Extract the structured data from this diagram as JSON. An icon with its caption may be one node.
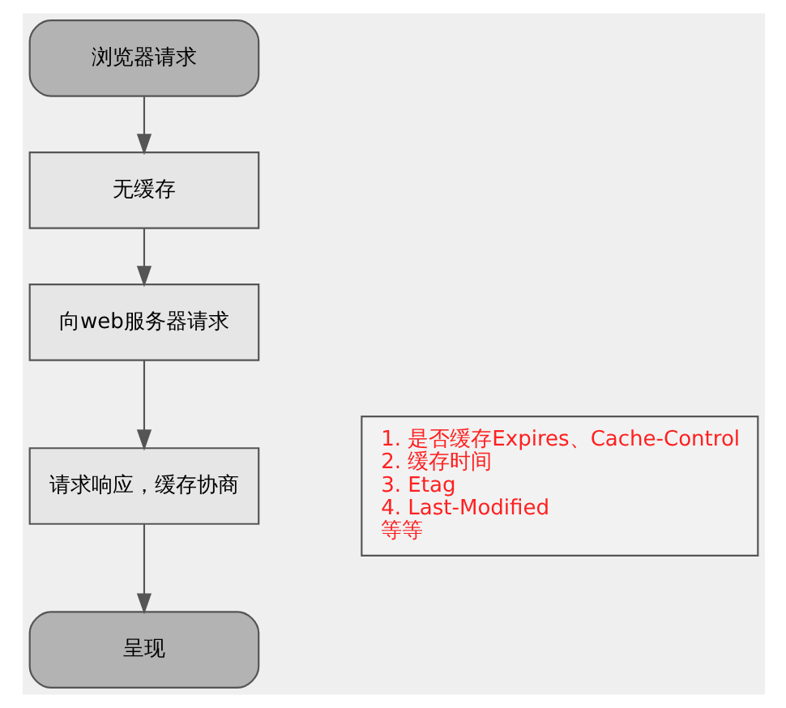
{
  "diagram": {
    "nodes": [
      {
        "text": [
          "浏览器请求"
        ]
      },
      {
        "text": [
          "无缓存"
        ]
      },
      {
        "text": [
          "向web服务器请求"
        ]
      },
      {
        "text": [
          "请求响应，缓存协商"
        ]
      },
      {
        "text": [
          "呈现"
        ]
      },
      {
        "text": [
          "1. 是否缓存Expires、Cache-Control",
          "2. 缓存时间",
          "3. Etag",
          "4. Last-Modified",
          "等等"
        ]
      }
    ],
    "edges": [
      {
        "from": 0,
        "to": 1,
        "arrow": "to"
      },
      {
        "from": 1,
        "to": 2,
        "arrow": "to"
      },
      {
        "from": 2,
        "to": 3,
        "arrow": "to"
      },
      {
        "from": 3,
        "to": 4,
        "arrow": "to"
      }
    ]
  }
}
